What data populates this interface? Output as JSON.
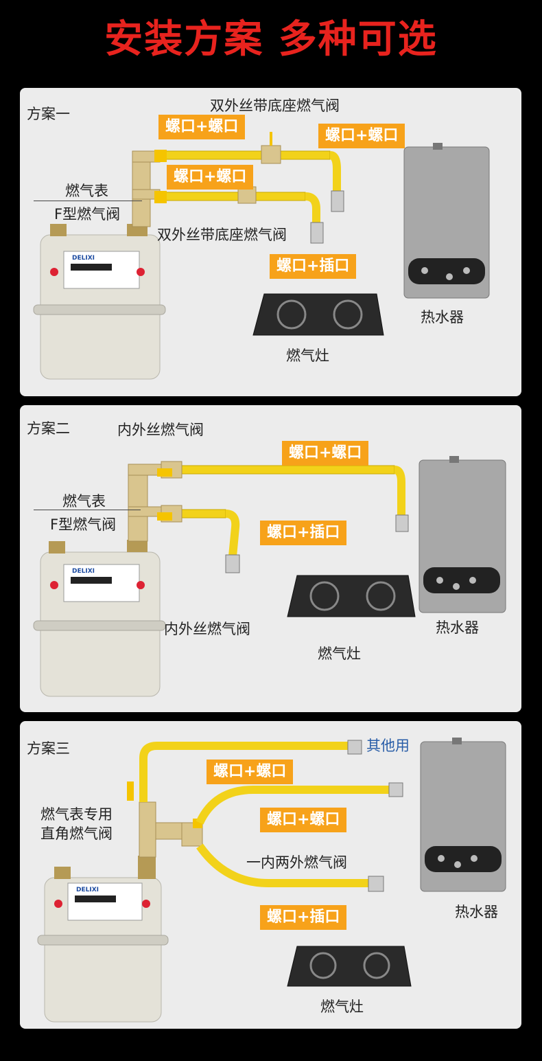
{
  "headline": "安装方案 多种可选",
  "colors": {
    "headline": "#e8231e",
    "panel": "#ececec",
    "tag": "#f7a21a",
    "hose": "#f2d21a",
    "brass": "#c9b27a",
    "meter": "#e4e2d8",
    "heater": "#a8a8a8",
    "stove": "#2a2a2a",
    "valve_handle": "#f5c400",
    "other_use_text": "#2a5ea8"
  },
  "plan1": {
    "title": "方案一",
    "valve_top_label": "双外丝带底座燃气阀",
    "valve_bottom_label": "双外丝带底座燃气阀",
    "meter_label": "燃气表",
    "f_valve_label": "F型燃气阀",
    "tag_a": "螺口+螺口",
    "tag_b": "螺口+螺口",
    "tag_c": "螺口+螺口",
    "tag_d": "螺口+插口",
    "heater_label": "热水器",
    "stove_label": "燃气灶",
    "meter_brand": "DELIXI"
  },
  "plan2": {
    "title": "方案二",
    "valve_top_label": "内外丝燃气阀",
    "valve_bottom_label": "内外丝燃气阀",
    "meter_label": "燃气表",
    "f_valve_label": "F型燃气阀",
    "tag_a": "螺口+螺口",
    "tag_b": "螺口+插口",
    "heater_label": "热水器",
    "stove_label": "燃气灶",
    "meter_brand": "DELIXI"
  },
  "plan3": {
    "title": "方案三",
    "other_use": "其他用",
    "meter_valve_label_1": "燃气表专用",
    "meter_valve_label_2": "直角燃气阀",
    "tag_a": "螺口+螺口",
    "tag_b": "螺口+螺口",
    "tag_c": "螺口+插口",
    "valve_label": "一内两外燃气阀",
    "heater_label": "热水器",
    "stove_label": "燃气灶",
    "meter_brand": "DELIXI"
  }
}
